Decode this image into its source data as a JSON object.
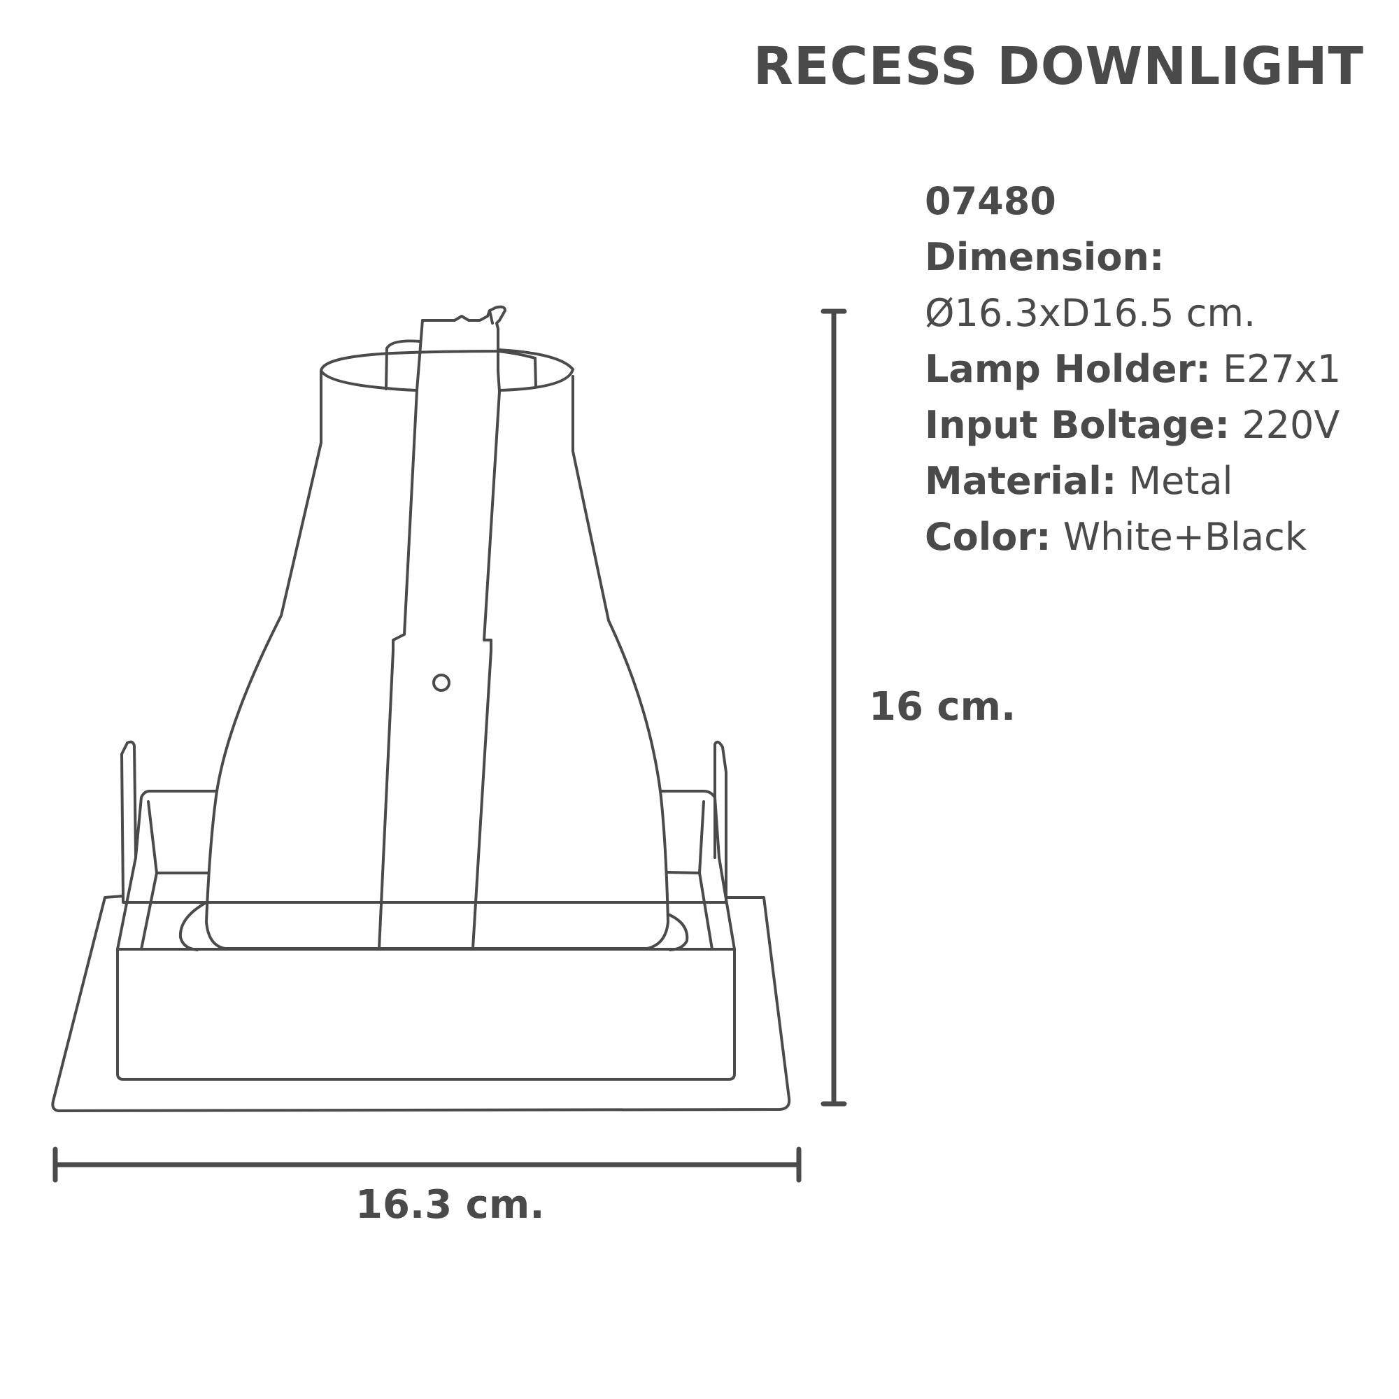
{
  "title": "RECESS DOWNLIGHT",
  "product": {
    "code": "07480",
    "dimension_label": "Dimension:",
    "dimension_value": "Ø16.3xD16.5 cm.",
    "lamp_holder_label": "Lamp Holder:",
    "lamp_holder_value": "E27x1",
    "input_voltage_label": "Input Boltage:",
    "input_voltage_value": "220V",
    "material_label": "Material:",
    "material_value": "Metal",
    "color_label": "Color:",
    "color_value": "White+Black"
  },
  "dimensions": {
    "height": "16 cm.",
    "width": "16.3 cm."
  },
  "colors": {
    "line": "#4a4a4a",
    "background": "#ffffff"
  }
}
